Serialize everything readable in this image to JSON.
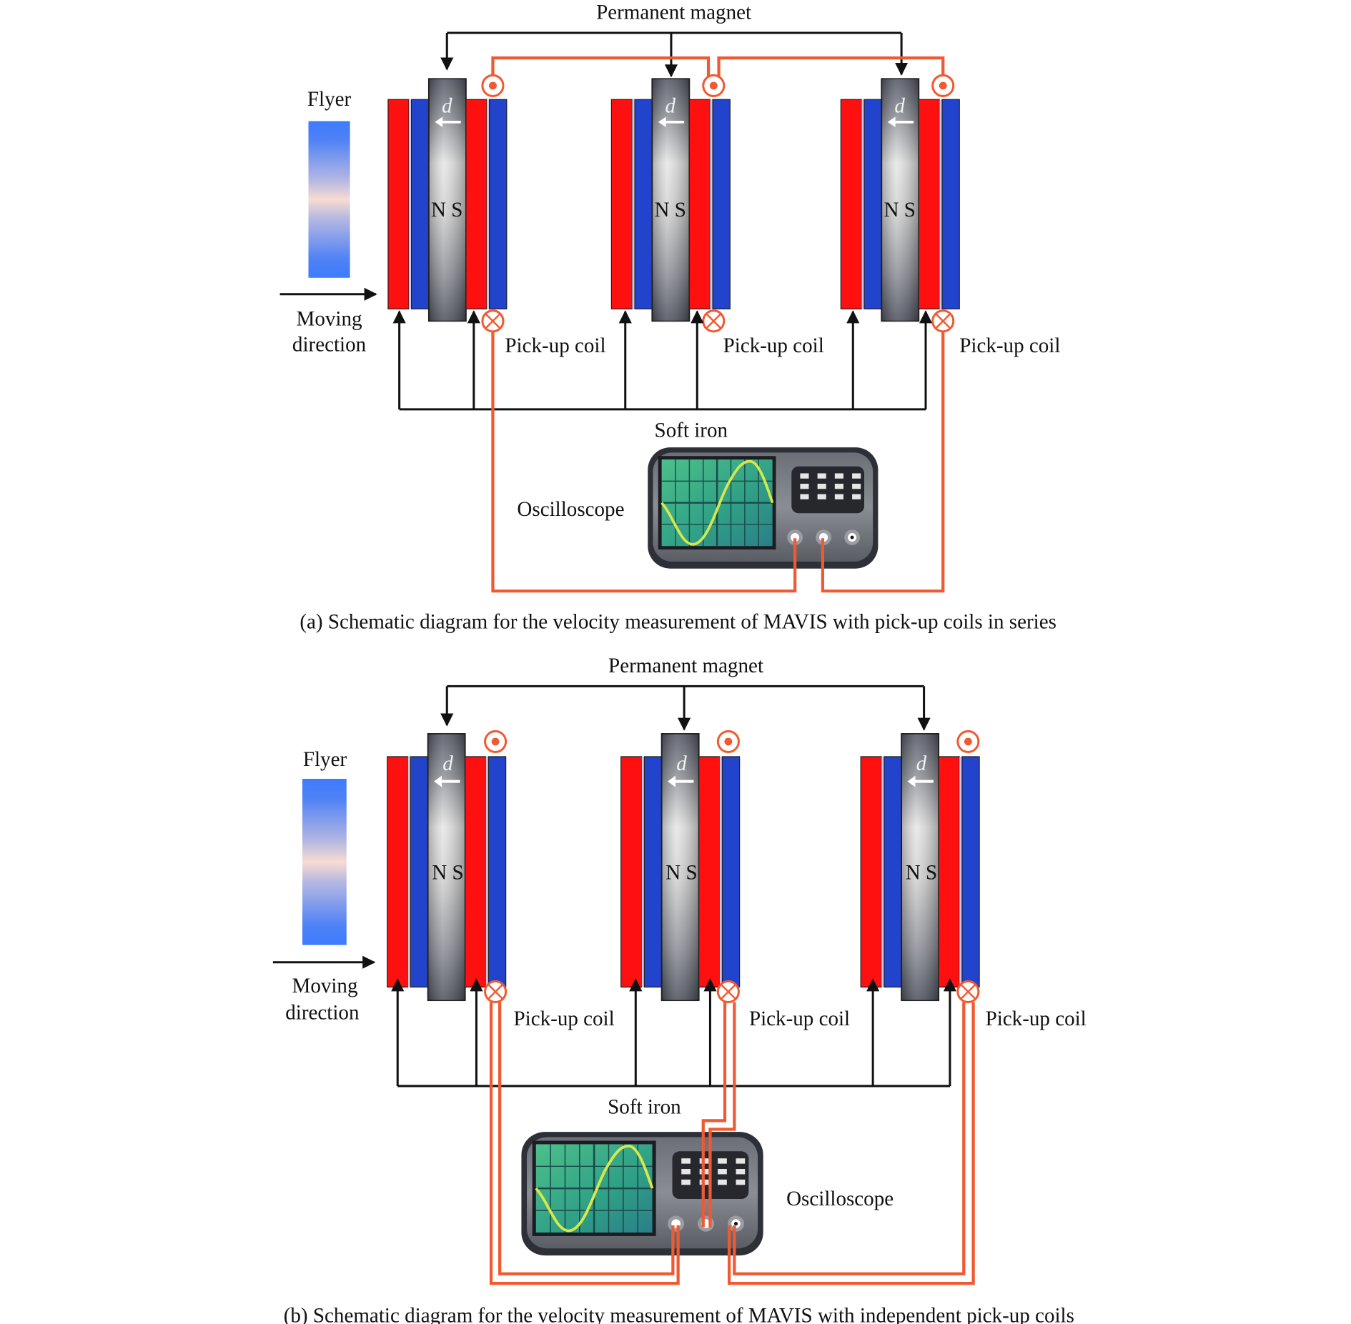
{
  "colors": {
    "coil_red": "#ff1010",
    "coil_blue": "#2244cc",
    "wire_orange": "#f05a32",
    "magnet_gray": "#5a5f6a",
    "flyer_blue": "#3d7bff",
    "scope_body": "#3a3d45",
    "scope_screen": "#2fa382",
    "trace_yellow": "#d8e84a"
  },
  "panels": [
    {
      "id": "a",
      "permanent_magnet_label": "Permanent magnet",
      "flyer_label": "Flyer",
      "moving_direction_label": "Moving\ndirection",
      "moving_direction_line1": "Moving",
      "moving_direction_line2": "direction",
      "soft_iron_label": "Soft iron",
      "oscilloscope_label": "Oscilloscope",
      "units": [
        {
          "coil_label": "Pick-up coil",
          "magnet_poles": "N S",
          "gap_label": "d"
        },
        {
          "coil_label": "Pick-up coil",
          "magnet_poles": "N S",
          "gap_label": "d"
        },
        {
          "coil_label": "Pick-up coil",
          "magnet_poles": "N S",
          "gap_label": "d"
        }
      ],
      "connection": "series",
      "caption": "(a) Schematic diagram for the velocity measurement of MAVIS with pick-up coils in series"
    },
    {
      "id": "b",
      "permanent_magnet_label": "Permanent magnet",
      "flyer_label": "Flyer",
      "moving_direction_line1": "Moving",
      "moving_direction_line2": "direction",
      "soft_iron_label": "Soft iron",
      "oscilloscope_label": "Oscilloscope",
      "units": [
        {
          "coil_label": "Pick-up coil",
          "magnet_poles": "N S",
          "gap_label": "d"
        },
        {
          "coil_label": "Pick-up coil",
          "magnet_poles": "N S",
          "gap_label": "d"
        },
        {
          "coil_label": "Pick-up coil",
          "magnet_poles": "N S",
          "gap_label": "d"
        }
      ],
      "connection": "independent",
      "caption": "(b) Schematic diagram for the velocity measurement of MAVIS with independent pick-up coils"
    }
  ]
}
